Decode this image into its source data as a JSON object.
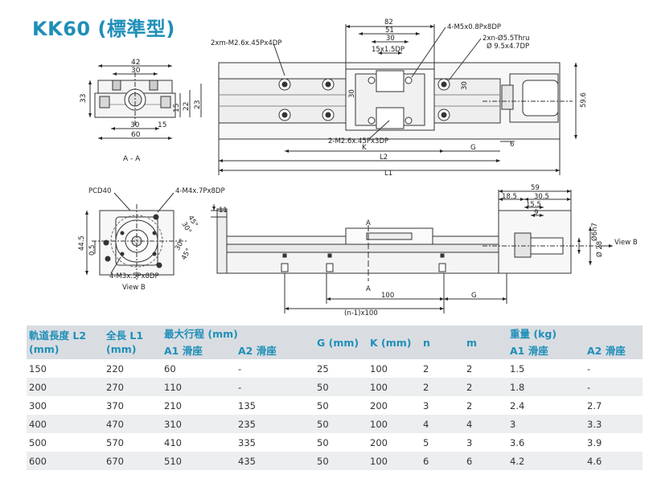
{
  "title": "KK60 (標準型)",
  "drawing_labels": {
    "side_42": "42",
    "side_30a": "30",
    "side_33": "33",
    "side_15a": "15",
    "side_22": "22",
    "side_23": "23",
    "side_30b": "30",
    "side_15b": "15",
    "side_60": "60",
    "section_aa": "A - A",
    "top_82": "82",
    "top_51": "51",
    "top_30": "30",
    "top_15x15": "15x1.5DP",
    "top_m5": "4-M5x0.8Px8DP",
    "top_m26_45_4": "2xm-M2.6x.45Px4DP",
    "top_55thru": "2xn-Ø5.5Thru",
    "top_95": "Ø 9.5x4.7DP",
    "top_v30": "30",
    "top_v30b": "30",
    "top_596": "59.6",
    "top_m26_3": "2-M2.6x.45Px3DP",
    "top_k": "K",
    "top_g": "G",
    "top_6": "6",
    "top_l2": "L2",
    "top_l1": "L1",
    "pcd40": "PCD40",
    "m4": "4-M4x.7Px8DP",
    "m3": "4-M3x.5Px8DP",
    "ang45a": "45°",
    "ang30a": "30°",
    "ang30b": "30°",
    "ang45b": "45°",
    "dim445": "44.5",
    "dim05": "0.5",
    "view_b_left": "View B",
    "f_11": "11",
    "f_a_top": "A",
    "f_a_bot": "A",
    "f_100": "100",
    "f_g": "G",
    "f_n1x100": "(n-1)x100",
    "f_59": "59",
    "f_185": "18.5",
    "f_305": "30.5",
    "f_155": "15.5",
    "f_9": "9",
    "f_h7": "Ø6h7",
    "f_28": "Ø 28",
    "view_b_right": "View B"
  },
  "table": {
    "headers": {
      "rail_len": "軌道長度 L2",
      "rail_unit": "(mm)",
      "total_len": "全長 L1",
      "total_unit": "(mm)",
      "max_stroke": "最大行程 (mm)",
      "stroke_a1": "A1 滑座",
      "stroke_a2": "A2 滑座",
      "g": "G (mm)",
      "k": "K (mm)",
      "n": "n",
      "m": "m",
      "weight": "重量 (kg)",
      "weight_a1": "A1 滑座",
      "weight_a2": "A2 滑座"
    },
    "rows": [
      [
        "150",
        "220",
        "60",
        "-",
        "25",
        "100",
        "2",
        "2",
        "1.5",
        "-"
      ],
      [
        "200",
        "270",
        "110",
        "-",
        "50",
        "100",
        "2",
        "2",
        "1.8",
        "-"
      ],
      [
        "300",
        "370",
        "210",
        "135",
        "50",
        "200",
        "3",
        "2",
        "2.4",
        "2.7"
      ],
      [
        "400",
        "470",
        "310",
        "235",
        "50",
        "100",
        "4",
        "4",
        "3",
        "3.3"
      ],
      [
        "500",
        "570",
        "410",
        "335",
        "50",
        "200",
        "5",
        "3",
        "3.6",
        "3.9"
      ],
      [
        "600",
        "670",
        "510",
        "435",
        "50",
        "100",
        "6",
        "6",
        "4.2",
        "4.6"
      ]
    ]
  }
}
